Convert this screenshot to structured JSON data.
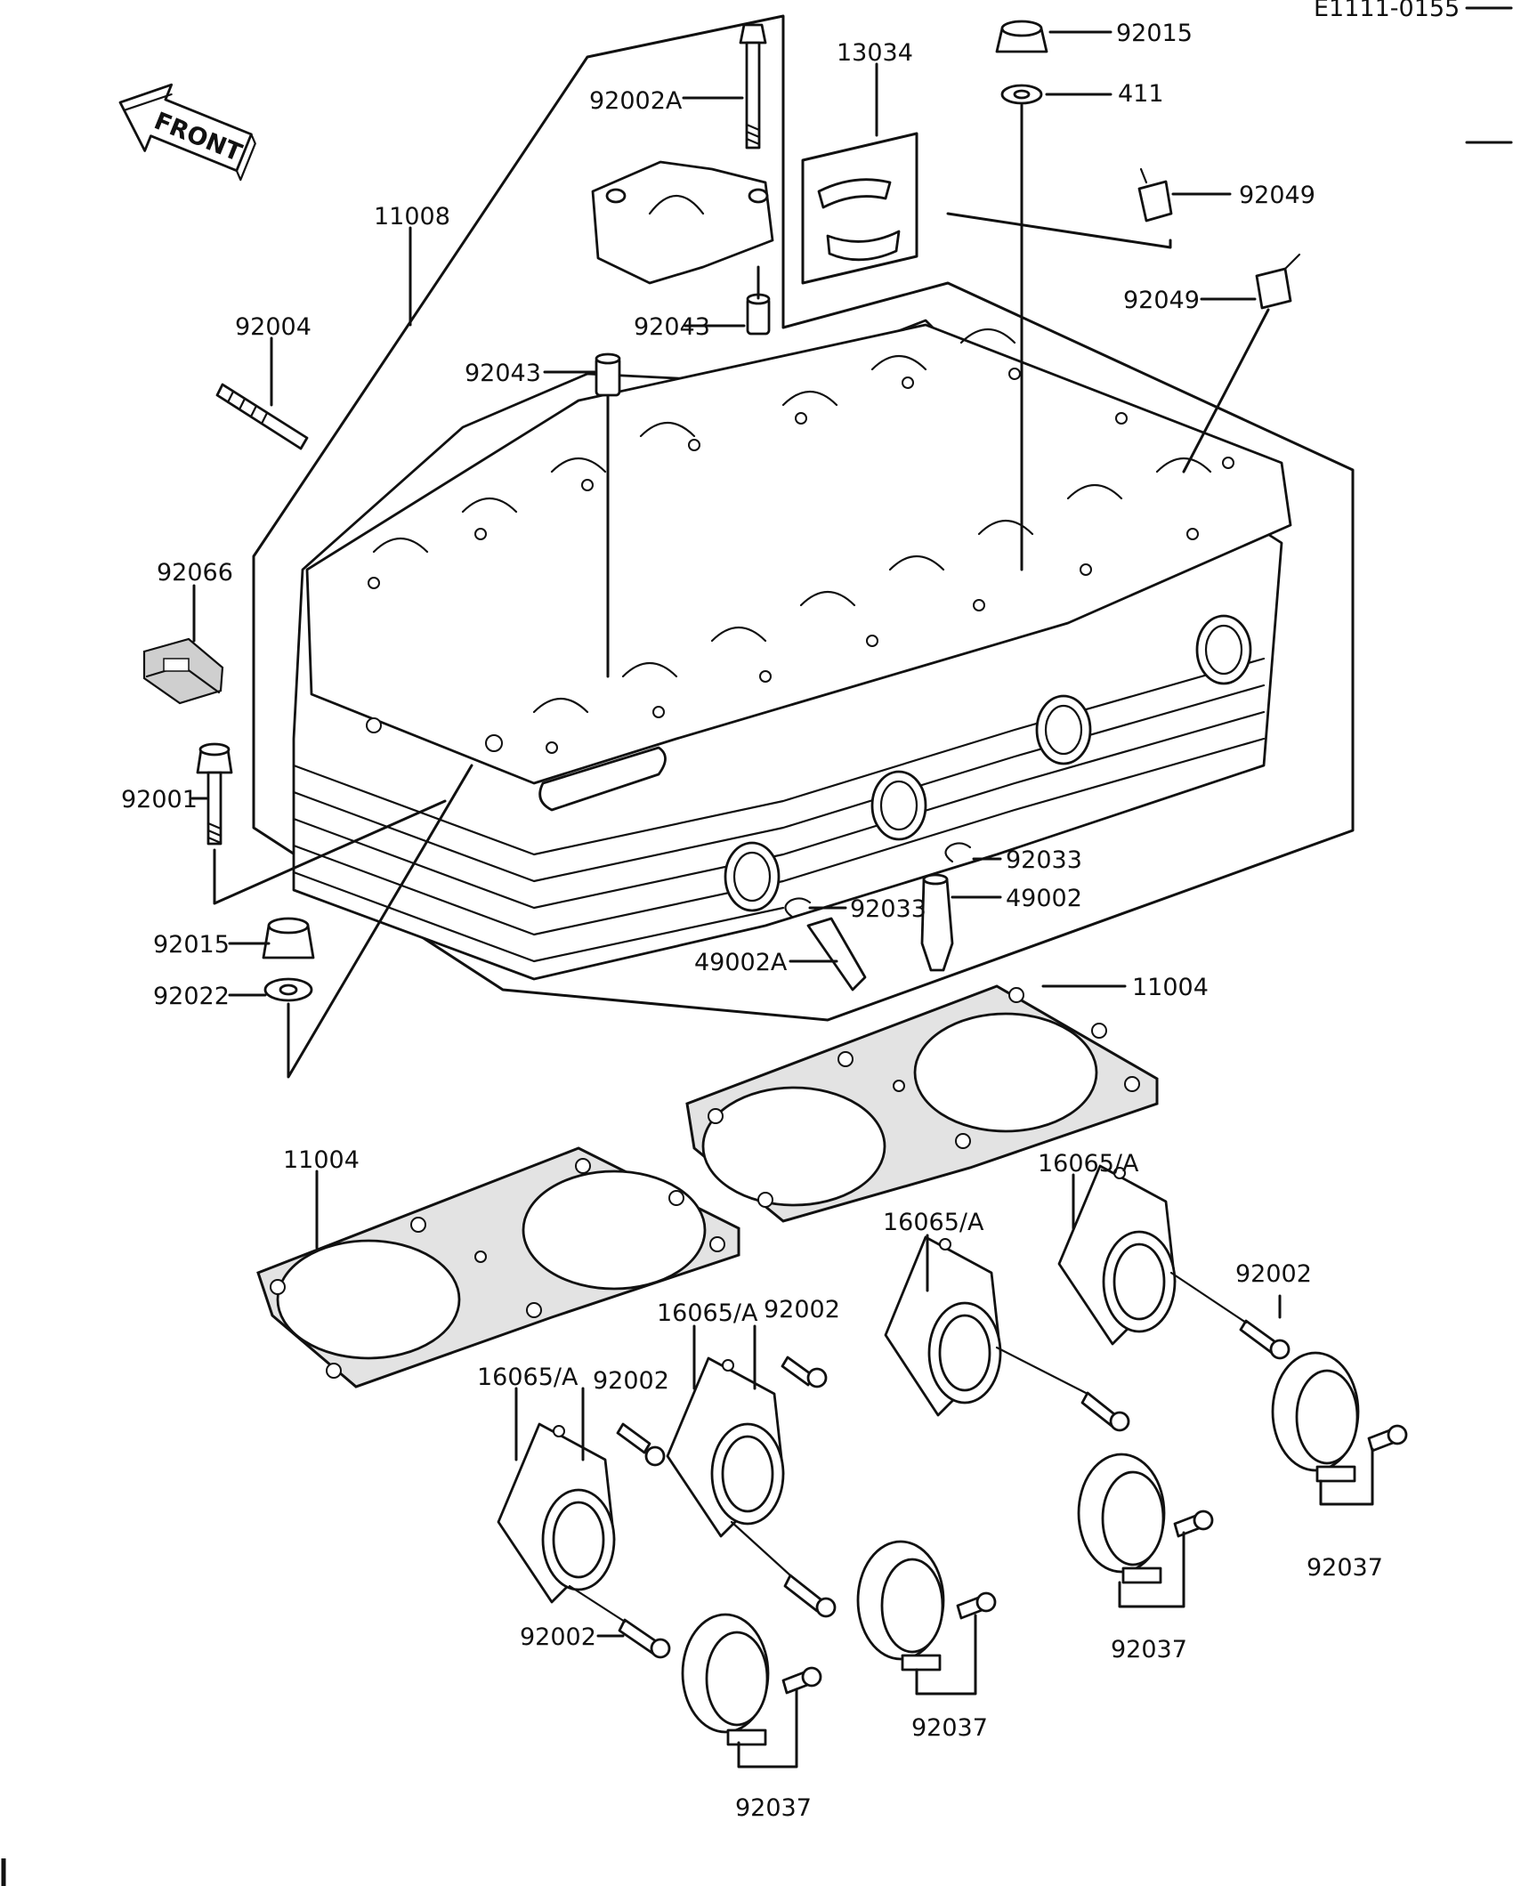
{
  "diagram_id": "E1111-0155",
  "front_label": "FRONT",
  "labels": {
    "p92015_top": "92015",
    "p411": "411",
    "p13034": "13034",
    "p92002A": "92002A",
    "p92049_a": "92049",
    "p92049_b": "92049",
    "p11008": "11008",
    "p92004": "92004",
    "p92043_a": "92043",
    "p92043_b": "92043",
    "p92066": "92066",
    "p92001": "92001",
    "p92015_bot": "92015",
    "p92022": "92022",
    "p92033_a": "92033",
    "p49002": "49002",
    "p92033_b": "92033",
    "p49002A": "49002A",
    "p11004_a": "11004",
    "p11004_b": "11004",
    "p16065A_1": "16065/A",
    "p16065A_2": "16065/A",
    "p16065A_3": "16065/A",
    "p16065A_4": "16065/A",
    "p92002_1": "92002",
    "p92002_2": "92002",
    "p92002_3": "92002",
    "p92002_4": "92002",
    "p92037_1": "92037",
    "p92037_2": "92037",
    "p92037_3": "92037",
    "p92037_4": "92037"
  }
}
